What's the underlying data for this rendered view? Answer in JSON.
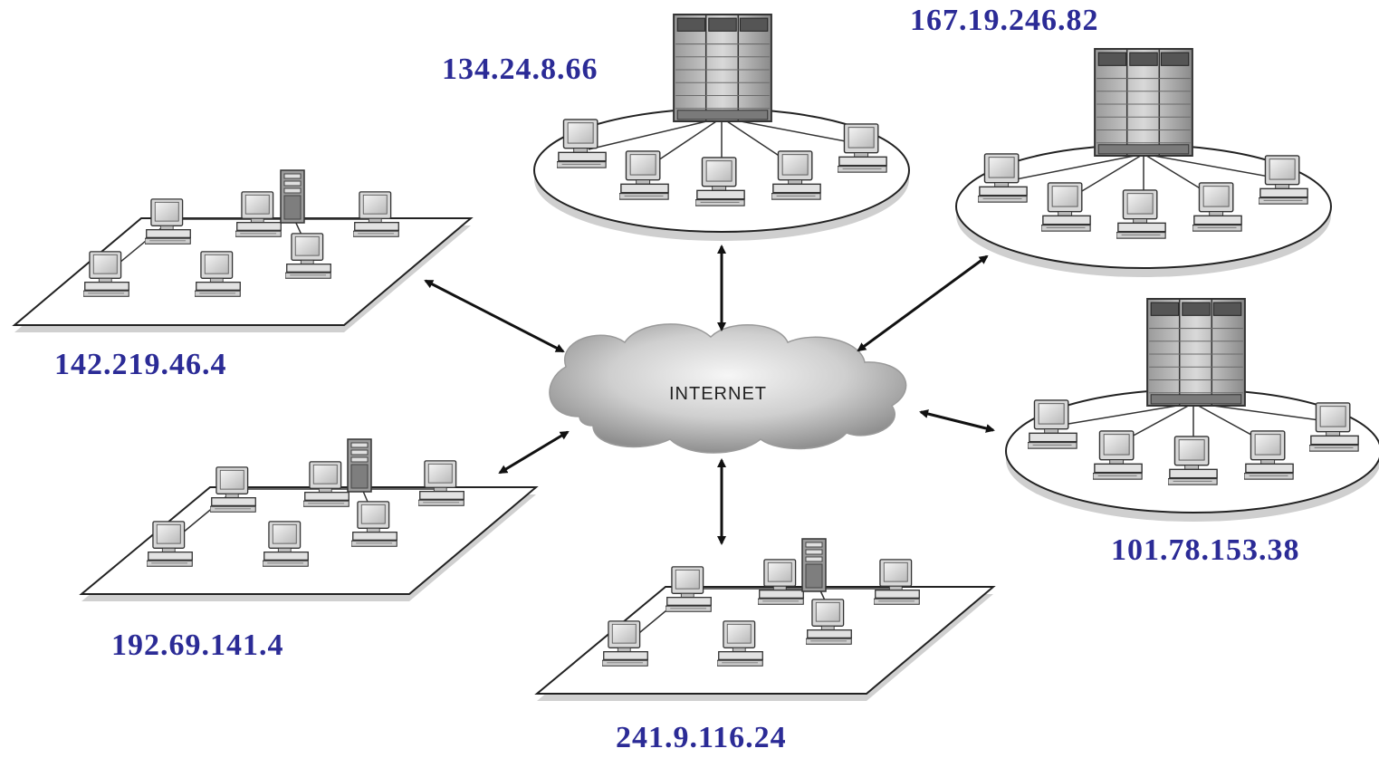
{
  "cloud": {
    "label": "INTERNET"
  },
  "networks": [
    {
      "id": "lan-top-left",
      "kind": "flat-lan",
      "address": "142.219.46.4"
    },
    {
      "id": "lan-bottom-left",
      "kind": "flat-lan",
      "address": "192.69.141.4"
    },
    {
      "id": "lan-bottom-center",
      "kind": "flat-lan",
      "address": "241.9.116.24"
    },
    {
      "id": "ring-top-center",
      "kind": "ring-network",
      "address": "134.24.8.66"
    },
    {
      "id": "ring-top-right",
      "kind": "ring-network",
      "address": "167.19.246.82"
    },
    {
      "id": "ring-right",
      "kind": "ring-network",
      "address": "101.78.153.38"
    }
  ],
  "colors": {
    "address_text": "#2b2b96",
    "cloud_fill": "#c9c9c9",
    "platform_fill": "#ffffff",
    "line": "#1a1a1a"
  },
  "icons": [
    "desktop-computer-icon",
    "server-tower-icon",
    "mainframe-rack-icon",
    "double-arrow-icon",
    "cloud-icon"
  ]
}
